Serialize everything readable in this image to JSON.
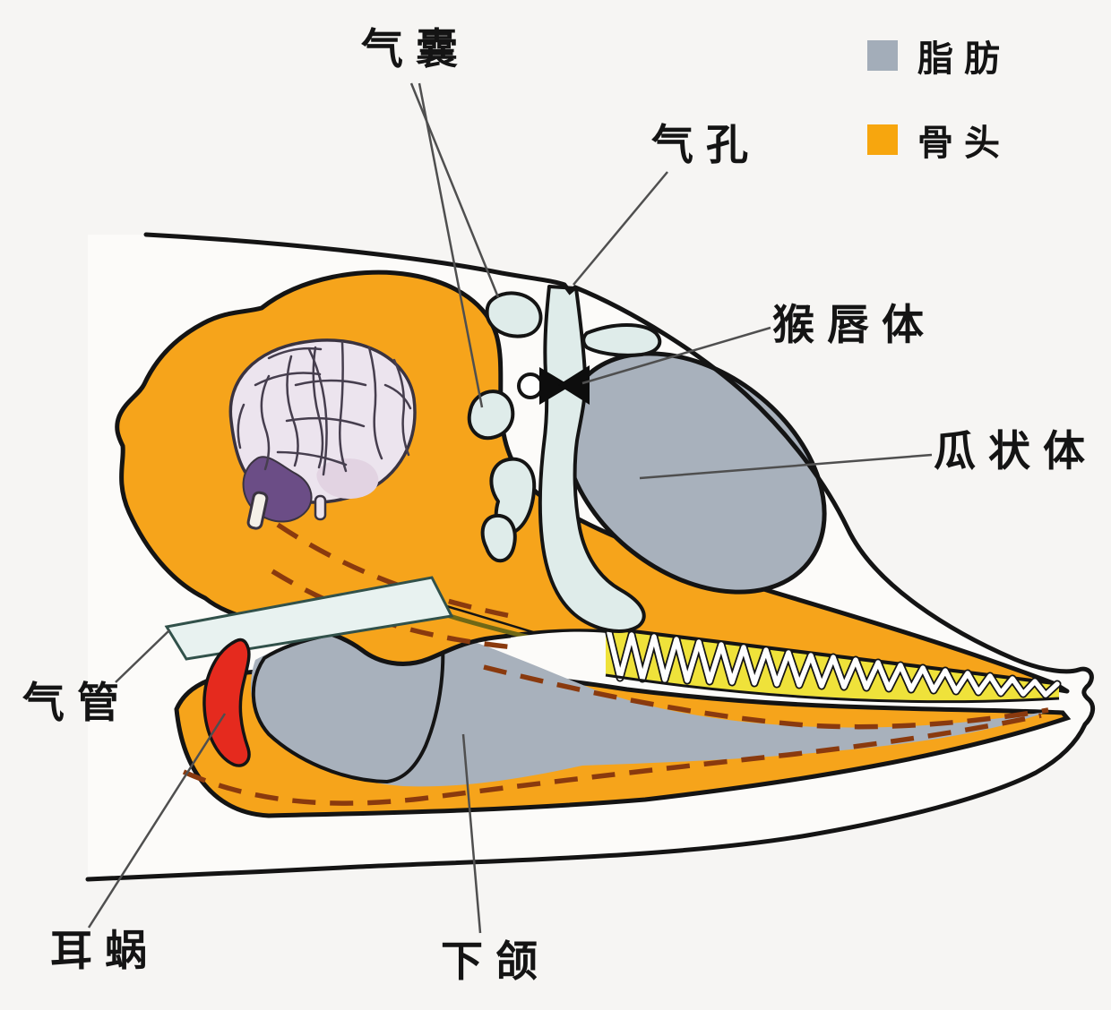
{
  "labels": {
    "air_sacs": "气囊",
    "blowhole": "气孔",
    "phonic_lips": "猴唇体",
    "melon": "瓜状体",
    "trachea": "气管",
    "cochlea": "耳蜗",
    "lower_jaw": "下颌"
  },
  "legend": {
    "items": [
      {
        "label": "脂肪",
        "color": "#a3adb9"
      },
      {
        "label": "骨头",
        "color": "#f7a60e"
      }
    ]
  },
  "colors": {
    "bone": "#f6a41b",
    "fat": "#a8b1bc",
    "air_sac": "#dfecea",
    "cochlea": "#e52a1e",
    "teeth": "#efe23a",
    "brain_fill": "#ece4ee",
    "brain_purple": "#6b4d86",
    "brain_pink": "#e2d3e2",
    "dashed_line": "#8a3a0e",
    "outline": "#141414",
    "leader_line": "#4f4f4f",
    "background": "#f6f5f3",
    "head_fill": "#fcfbf9",
    "trachea_fill": "#e8f2f0"
  }
}
